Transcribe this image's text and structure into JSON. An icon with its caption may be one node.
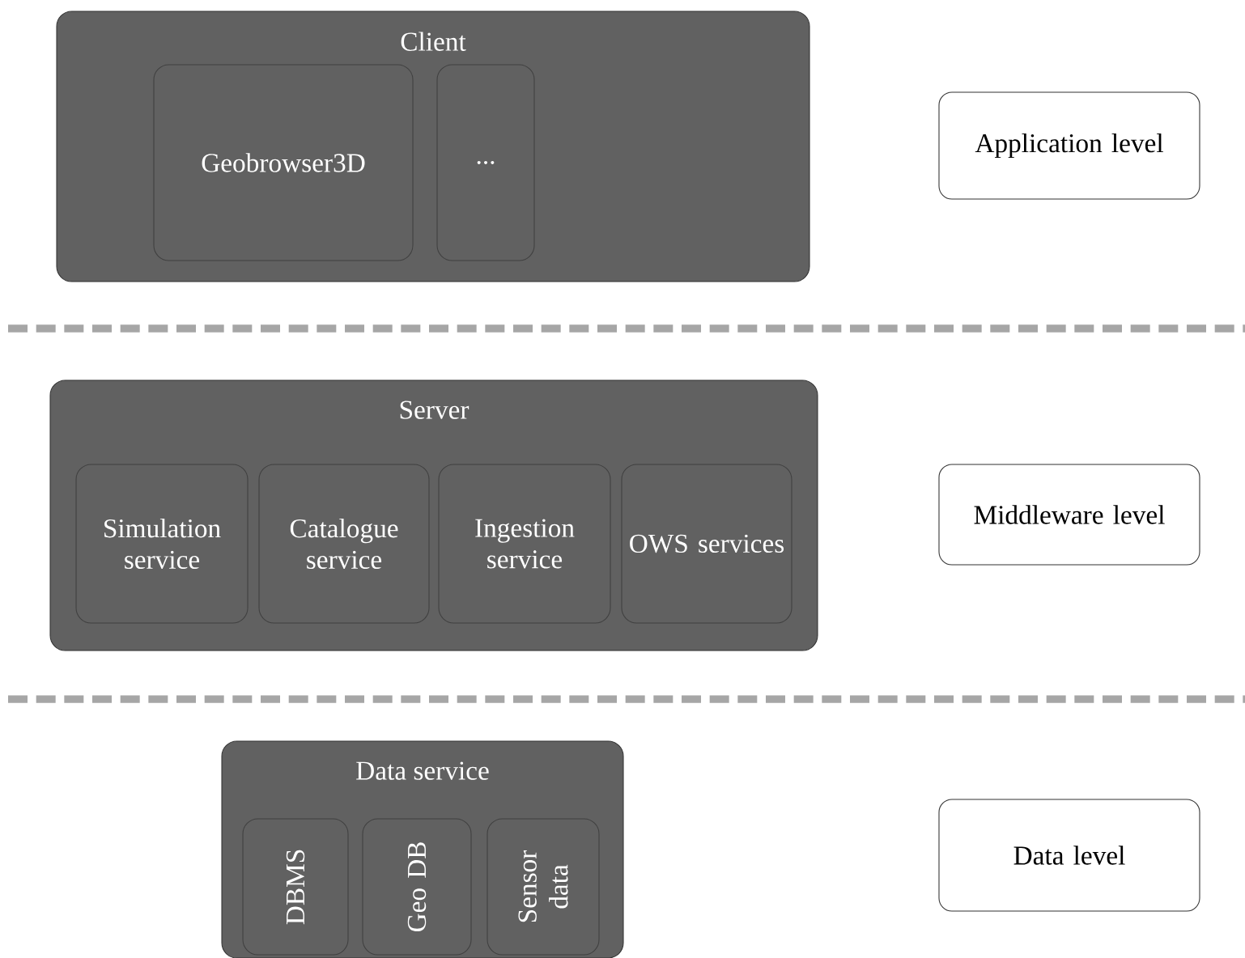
{
  "diagram": {
    "nodes": [
      {
        "text": [
          "Client"
        ]
      },
      {
        "text": [
          "Geobrowser3D"
        ],
        "in": 0
      },
      {
        "text": [
          "..."
        ],
        "in": 0
      },
      {
        "text": [
          "Application level"
        ]
      },
      {
        "text": [
          "Server"
        ]
      },
      {
        "text": [
          "Simulation service"
        ],
        "in": 4
      },
      {
        "text": [
          "Catalogue service"
        ],
        "in": 4
      },
      {
        "text": [
          "Ingestion service"
        ],
        "in": 4
      },
      {
        "text": [
          "OWS services"
        ],
        "in": 4
      },
      {
        "text": [
          "Middleware level"
        ]
      },
      {
        "text": [
          "Data service"
        ]
      },
      {
        "text": [
          "DBMS"
        ],
        "in": 10
      },
      {
        "text": [
          "Geo DB"
        ],
        "in": 10
      },
      {
        "text": [
          "Sensor data"
        ],
        "in": 10
      },
      {
        "text": [
          "Data level"
        ]
      }
    ]
  }
}
